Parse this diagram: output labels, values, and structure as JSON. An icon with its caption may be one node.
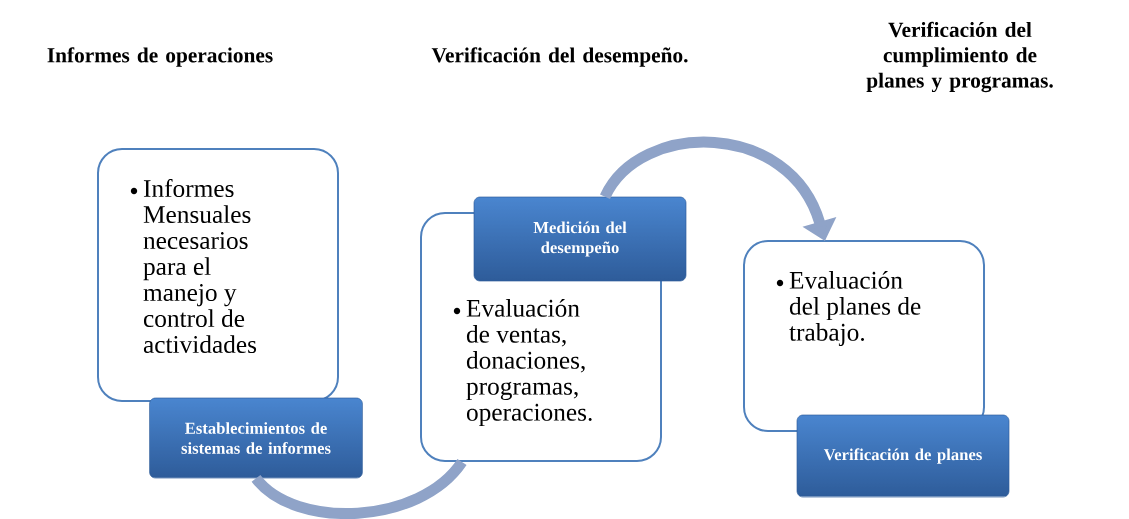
{
  "diagram": {
    "nodes": [
      {
        "text": [
          "Informes Mensuales necesarios para el manejo y control de actividades"
        ]
      },
      {
        "text": [
          "Establecimientos de sistemas de informes"
        ]
      },
      {
        "text": [
          "Evaluación de ventas, donaciones, programas, operaciones."
        ]
      },
      {
        "text": [
          "Medición del desempeño"
        ]
      },
      {
        "text": [
          "Evaluación del planes de trabajo."
        ]
      },
      {
        "text": [
          "Verificación de planes"
        ]
      }
    ],
    "edges": [
      {
        "from": 1,
        "to": 2,
        "arrow": "none"
      },
      {
        "from": 3,
        "to": 4,
        "arrow": "to"
      }
    ],
    "labels": [
      "Informes de operaciones",
      "Verificación del desempeño.",
      "Verificación del cumplimiento de planes y programas."
    ]
  }
}
